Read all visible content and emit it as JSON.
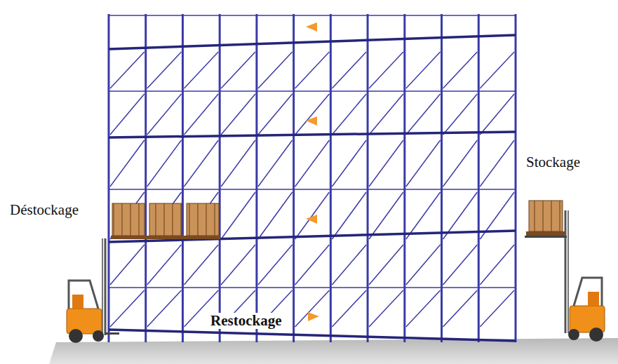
{
  "diagram": {
    "labels": [
      "Déstockage",
      "Stockage",
      "Restockage"
    ]
  }
}
